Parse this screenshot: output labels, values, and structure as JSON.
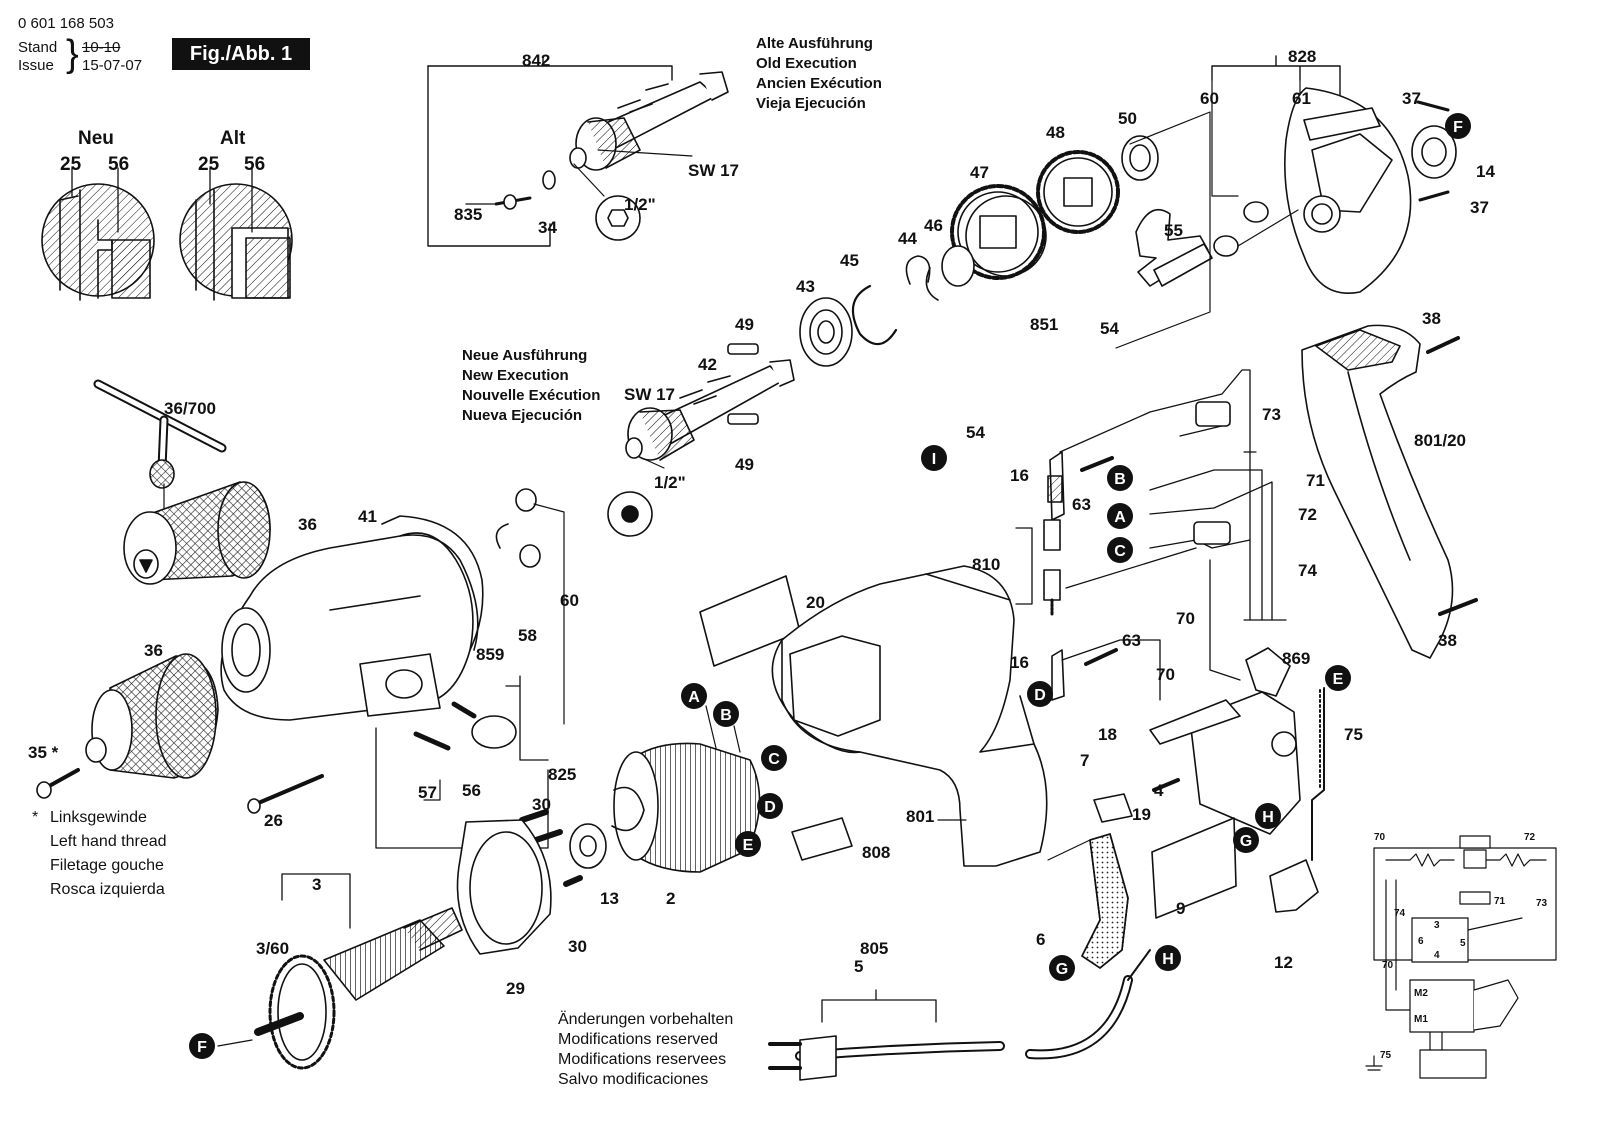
{
  "header": {
    "part_number": "0 601 168 503",
    "stand_label": "Stand",
    "stand_date": "10-10",
    "issue_label": "Issue",
    "issue_date": "15-07-07",
    "figure_label": "Fig./Abb. 1"
  },
  "detail_circles": {
    "new_title": "Neu",
    "old_title": "Alt",
    "new_labels": [
      "25",
      "56"
    ],
    "old_labels": [
      "25",
      "56"
    ]
  },
  "old_execution": [
    "Alte Ausführung",
    "Old Execution",
    "Ancien Exécution",
    "Vieja Ejecución"
  ],
  "new_execution": [
    "Neue Ausführung",
    "New Execution",
    "Nouvelle Exécution",
    "Nueva Ejecución"
  ],
  "left_hand_thread": {
    "star": "*",
    "lines": [
      "Linksgewinde",
      "Left hand thread",
      "Filetage gouche",
      "Rosca izquierda"
    ]
  },
  "modifications": [
    "Änderungen vorbehalten",
    "Modifications reserved",
    "Modifications reservees",
    "Salvo modificaciones"
  ],
  "part_labels": [
    {
      "text": "842"
    },
    {
      "text": "SW 17"
    },
    {
      "text": "1/2\""
    },
    {
      "text": "835"
    },
    {
      "text": "34"
    },
    {
      "text": "828"
    },
    {
      "text": "60"
    },
    {
      "text": "61"
    },
    {
      "text": "37"
    },
    {
      "text": "14"
    },
    {
      "text": "37"
    },
    {
      "text": "50"
    },
    {
      "text": "48"
    },
    {
      "text": "47"
    },
    {
      "text": "46"
    },
    {
      "text": "44"
    },
    {
      "text": "45"
    },
    {
      "text": "43"
    },
    {
      "text": "55"
    },
    {
      "text": "49"
    },
    {
      "text": "42"
    },
    {
      "text": "SW 17"
    },
    {
      "text": "49"
    },
    {
      "text": "1/2\""
    },
    {
      "text": "851"
    },
    {
      "text": "54"
    },
    {
      "text": "54"
    },
    {
      "text": "16"
    },
    {
      "text": "63"
    },
    {
      "text": "73"
    },
    {
      "text": "71"
    },
    {
      "text": "72"
    },
    {
      "text": "74"
    },
    {
      "text": "810"
    },
    {
      "text": "70"
    },
    {
      "text": "63"
    },
    {
      "text": "16"
    },
    {
      "text": "70"
    },
    {
      "text": "869"
    },
    {
      "text": "38"
    },
    {
      "text": "801/20"
    },
    {
      "text": "38"
    },
    {
      "text": "36/700"
    },
    {
      "text": "36"
    },
    {
      "text": "41"
    },
    {
      "text": "60"
    },
    {
      "text": "58"
    },
    {
      "text": "859"
    },
    {
      "text": "36"
    },
    {
      "text": "20"
    },
    {
      "text": "35 *"
    },
    {
      "text": "57"
    },
    {
      "text": "56"
    },
    {
      "text": "26"
    },
    {
      "text": "825"
    },
    {
      "text": "30"
    },
    {
      "text": "13"
    },
    {
      "text": "30"
    },
    {
      "text": "2"
    },
    {
      "text": "29"
    },
    {
      "text": "3"
    },
    {
      "text": "3/60"
    },
    {
      "text": "808"
    },
    {
      "text": "801"
    },
    {
      "text": "18"
    },
    {
      "text": "7"
    },
    {
      "text": "19"
    },
    {
      "text": "4"
    },
    {
      "text": "75"
    },
    {
      "text": "9"
    },
    {
      "text": "6"
    },
    {
      "text": "12"
    },
    {
      "text": "805"
    },
    {
      "text": "5"
    }
  ],
  "connector_markers": [
    "A",
    "B",
    "C",
    "D",
    "E",
    "F",
    "G",
    "H",
    "I",
    "B",
    "A",
    "C",
    "D",
    "E",
    "F",
    "G",
    "H",
    "E",
    "G",
    "H"
  ],
  "schematic": {
    "labels": [
      "70",
      "72",
      "71",
      "73",
      "74",
      "3",
      "6",
      "5",
      "4",
      "70",
      "M2",
      "M1",
      "75"
    ]
  },
  "colors": {
    "ink": "#111111",
    "paper": "#ffffff"
  }
}
